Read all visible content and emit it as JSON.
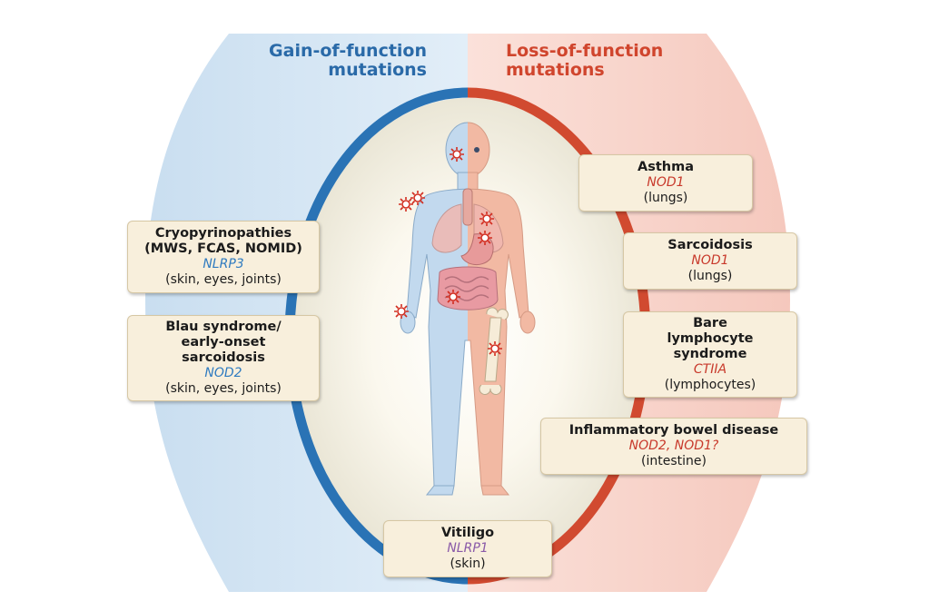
{
  "headings": {
    "gain": [
      "Gain-of-function",
      "mutations"
    ],
    "loss": [
      "Loss-of-function",
      "mutations"
    ]
  },
  "boxes": {
    "cryo": {
      "title": [
        "Cryopyrinopathies",
        "(MWS, FCAS, NOMID)"
      ],
      "gene": "NLRP3",
      "site": "(skin, eyes, joints)"
    },
    "blau": {
      "title": [
        "Blau syndrome/",
        "early-onset",
        "sarcoidosis"
      ],
      "gene": "NOD2",
      "site": "(skin, eyes, joints)"
    },
    "asthma": {
      "title": [
        "Asthma"
      ],
      "gene": "NOD1",
      "site": "(lungs)"
    },
    "sarc": {
      "title": [
        "Sarcoidosis"
      ],
      "gene": "NOD1",
      "site": "(lungs)"
    },
    "bare": {
      "title": [
        "Bare",
        "lymphocyte",
        "syndrome"
      ],
      "gene": "CTIIA",
      "site": "(lymphocytes)"
    },
    "ibd": {
      "title": [
        "Inflammatory bowel disease"
      ],
      "gene": "NOD2, NOD1?",
      "site": "(intestine)"
    },
    "vitiligo": {
      "title": [
        "Vitiligo"
      ],
      "gene": "NLRP1",
      "site": "(skin)"
    }
  },
  "colors": {
    "gain_bg": "#d6e8f6",
    "loss_bg": "#f8d6cf",
    "gain_ring": "#2a73b5",
    "loss_ring": "#d14a30",
    "gain_accent": "#2a6aa8",
    "loss_accent": "#d0452d",
    "vitiligo_gene": "#8a5aa8",
    "box_fill": "#f8efdc"
  }
}
